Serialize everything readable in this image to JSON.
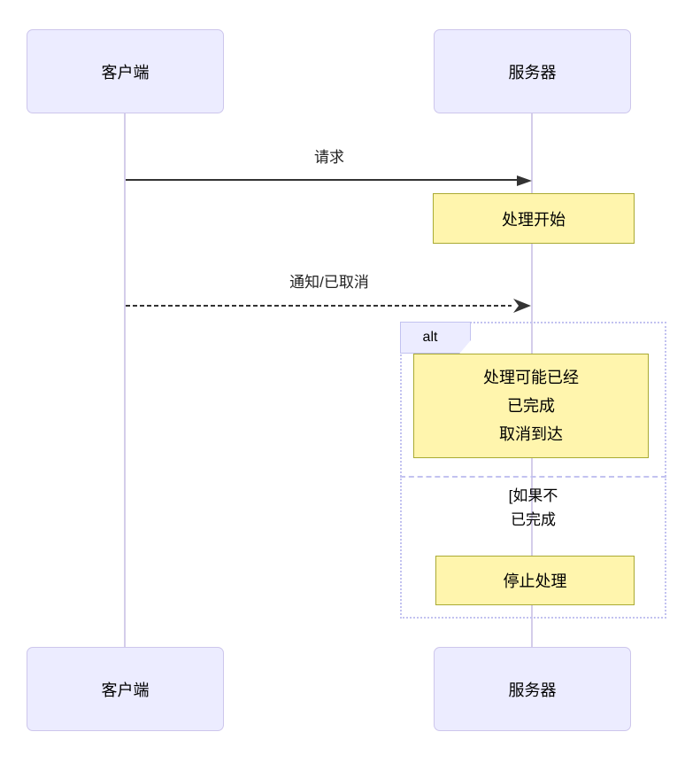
{
  "diagram": {
    "type": "sequence-diagram",
    "actors": [
      {
        "id": "client",
        "label": "客户端"
      },
      {
        "id": "server",
        "label": "服务器"
      }
    ],
    "messages": [
      {
        "from": "client",
        "to": "server",
        "label": "请求",
        "line": "solid",
        "arrow": "filled"
      },
      {
        "from": "client",
        "to": "server",
        "label": "通知/已取消",
        "line": "dashed",
        "arrow": "open"
      }
    ],
    "notes": [
      {
        "over": "server",
        "text": "处理开始"
      },
      {
        "over": "server",
        "text": "处理可能已经\n已完成\n取消到达"
      },
      {
        "over": "server",
        "text": "停止处理"
      }
    ],
    "alt": {
      "label": "alt",
      "else_label": "[如果不\n已完成"
    },
    "colors": {
      "actor_fill": "#ECECFF",
      "actor_border": "#CDC6EC",
      "lifeline": "#D4CDEA",
      "note_fill": "#FFF5AD",
      "note_border": "#AAAA33",
      "frame_border": "#C2C2F0",
      "signal": "#333333"
    }
  }
}
